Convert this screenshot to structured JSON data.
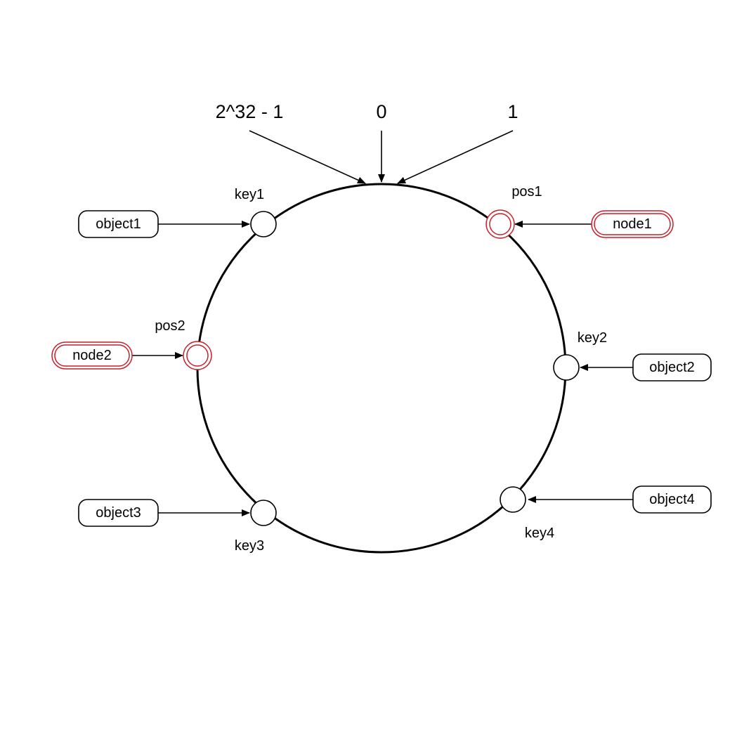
{
  "title_labels": {
    "max": "2^32 - 1",
    "zero": "0",
    "one": "1"
  },
  "points": {
    "key1": "key1",
    "key2": "key2",
    "key3": "key3",
    "key4": "key4",
    "pos1": "pos1",
    "pos2": "pos2"
  },
  "objects": {
    "object1": "object1",
    "object2": "object2",
    "object3": "object3",
    "object4": "object4"
  },
  "nodes": {
    "node1": "node1",
    "node2": "node2"
  },
  "colors": {
    "node": "#c8202a",
    "line": "#000000"
  }
}
